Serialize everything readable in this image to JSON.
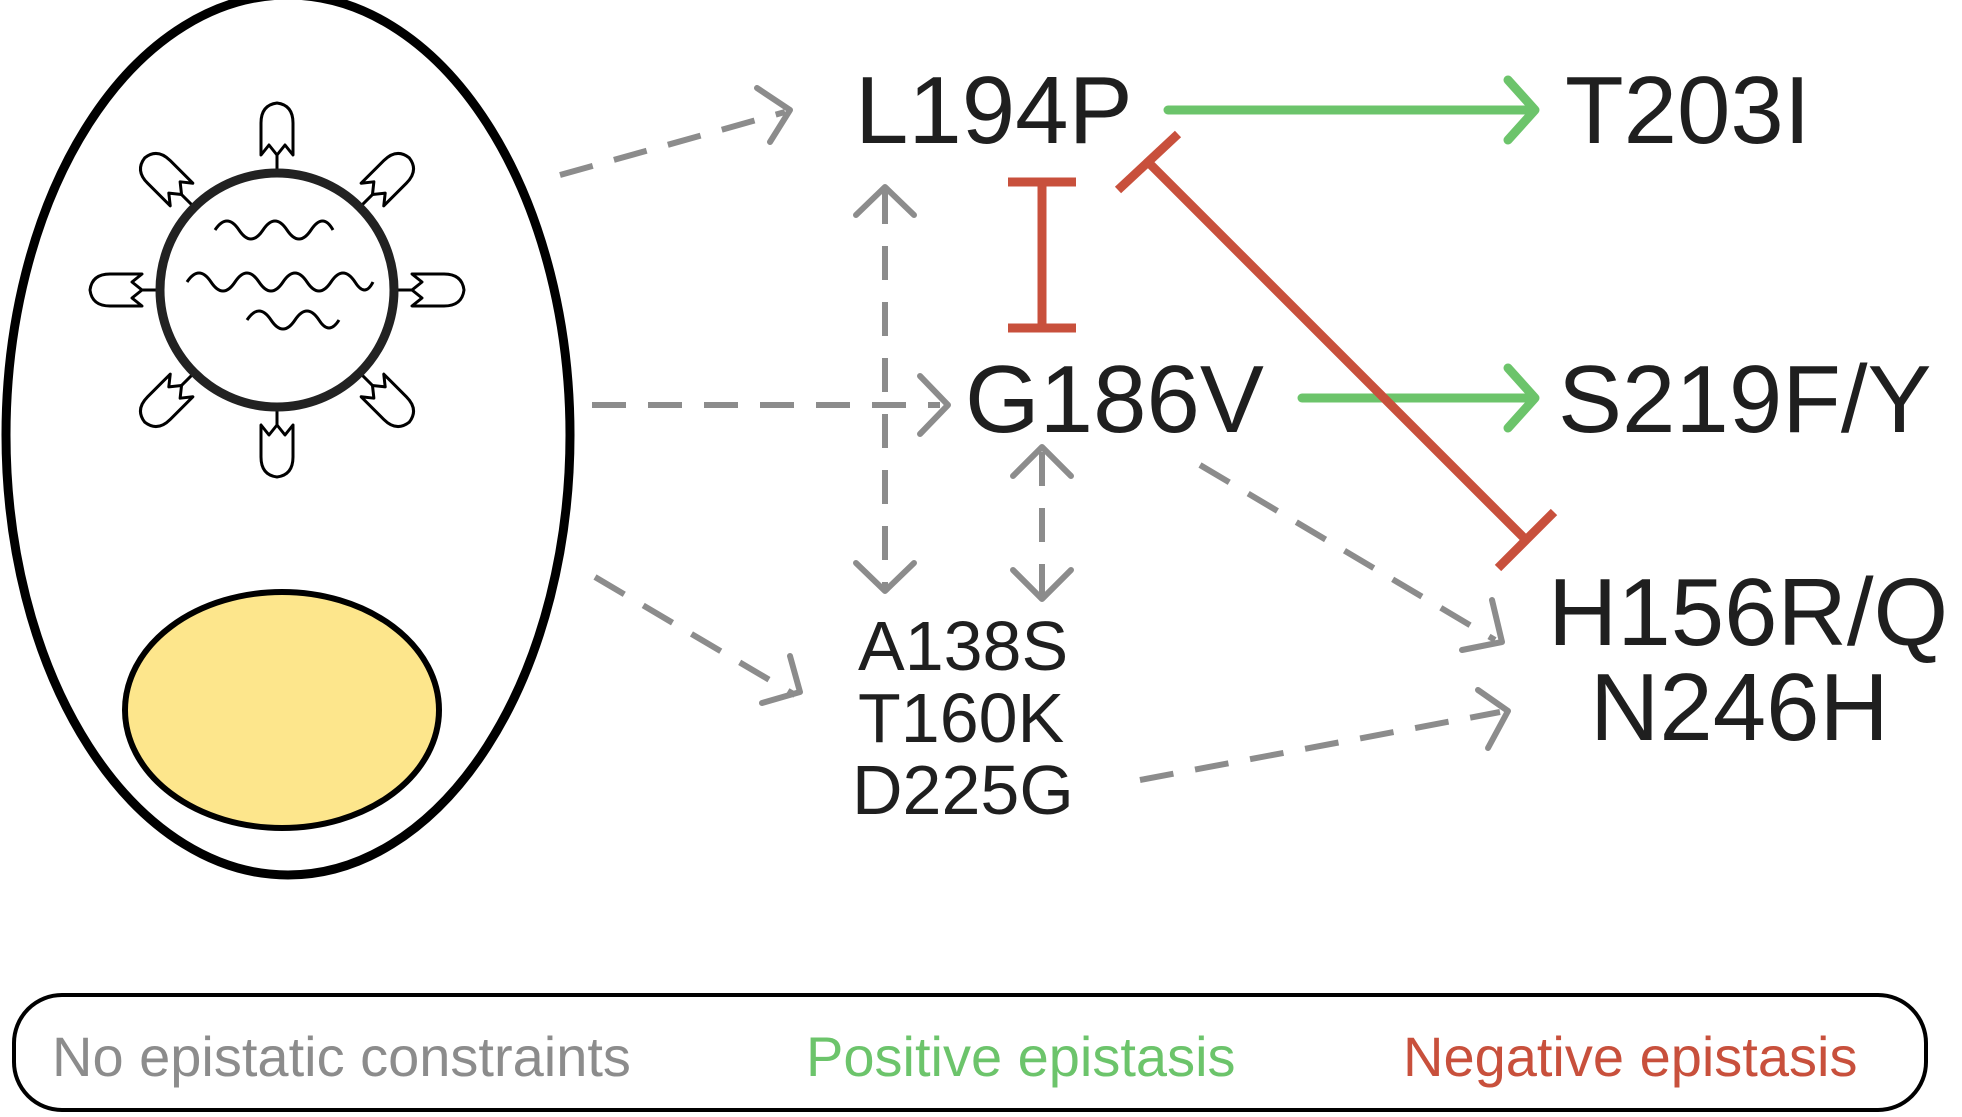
{
  "mutations": {
    "l194p": "L194P",
    "t203i": "T203I",
    "g186v": "G186V",
    "s219fy": "S219F/Y",
    "h156rq": "H156R/Q",
    "n246h": "N246H",
    "a138s": "A138S",
    "t160k": "T160K",
    "d225g": "D225G"
  },
  "legend": {
    "none": "No epistatic constraints",
    "positive": "Positive epistasis",
    "negative": "Negative epistasis"
  },
  "colors": {
    "none": "#8c8c8c",
    "positive": "#6cc46b",
    "negative": "#c8503c",
    "yolk": "#fde68c",
    "outline": "#000000"
  },
  "icons": {
    "egg": "egg-icon",
    "virus": "virus-icon"
  }
}
